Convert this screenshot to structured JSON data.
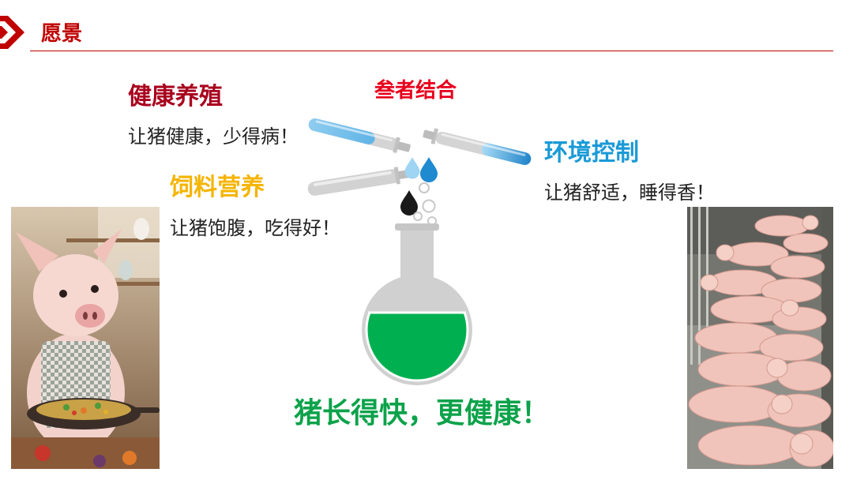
{
  "slide": {
    "title": "愿景",
    "title_icon": "chevron-right-icon"
  },
  "pillars": {
    "health": {
      "heading": "健康养殖",
      "slogan": "让猪健康，少得病！"
    },
    "feed": {
      "heading": "饲料营养",
      "slogan": "让猪饱腹，吃得好！"
    },
    "environment": {
      "heading": "环境控制",
      "slogan": "让猪舒适，睡得香！"
    }
  },
  "combination": {
    "label": "叁者结合",
    "icons": [
      "test-tube-icon",
      "drop-icon",
      "bubble-icon",
      "flask-icon"
    ]
  },
  "result": {
    "text": "猪长得快，更健康！"
  },
  "colors": {
    "accent_red": "#c00000",
    "health": "#a8001e",
    "combination": "#e8001c",
    "feed": "#f5b400",
    "environment": "#1a9ad7",
    "result": "#0ca24a",
    "flask_liquid": "#00b050",
    "drop_light_blue": "#9fd4f3",
    "drop_blue": "#1f8ad0",
    "drop_black": "#1a1a1a"
  }
}
